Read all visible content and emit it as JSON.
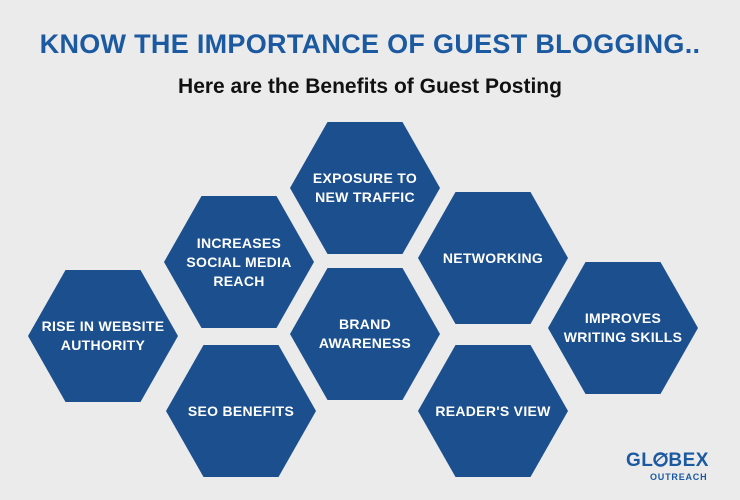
{
  "header": {
    "title": "KNOW THE IMPORTANCE OF GUEST BLOGGING..",
    "subtitle": "Here are the Benefits of Guest Posting"
  },
  "hexagons": [
    {
      "id": "exposure",
      "label": "EXPOSURE TO\nNEW TRAFFIC"
    },
    {
      "id": "social",
      "label": "INCREASES\nSOCIAL MEDIA\nREACH"
    },
    {
      "id": "networking",
      "label": "NETWORKING"
    },
    {
      "id": "authority",
      "label": "RISE IN WEBSITE\nAUTHORITY"
    },
    {
      "id": "brand",
      "label": "BRAND\nAWARENESS"
    },
    {
      "id": "writing",
      "label": "IMPROVES\nWRITING SKILLS"
    },
    {
      "id": "seo",
      "label": "SEO BENEFITS"
    },
    {
      "id": "readers",
      "label": "READER'S VIEW"
    }
  ],
  "logo": {
    "word_left": "GL",
    "word_right": "BEX",
    "subtitle": "OUTREACH"
  },
  "colors": {
    "hex_fill": "#1b4f8e",
    "title": "#1b5aa0",
    "background": "#ecebec"
  }
}
